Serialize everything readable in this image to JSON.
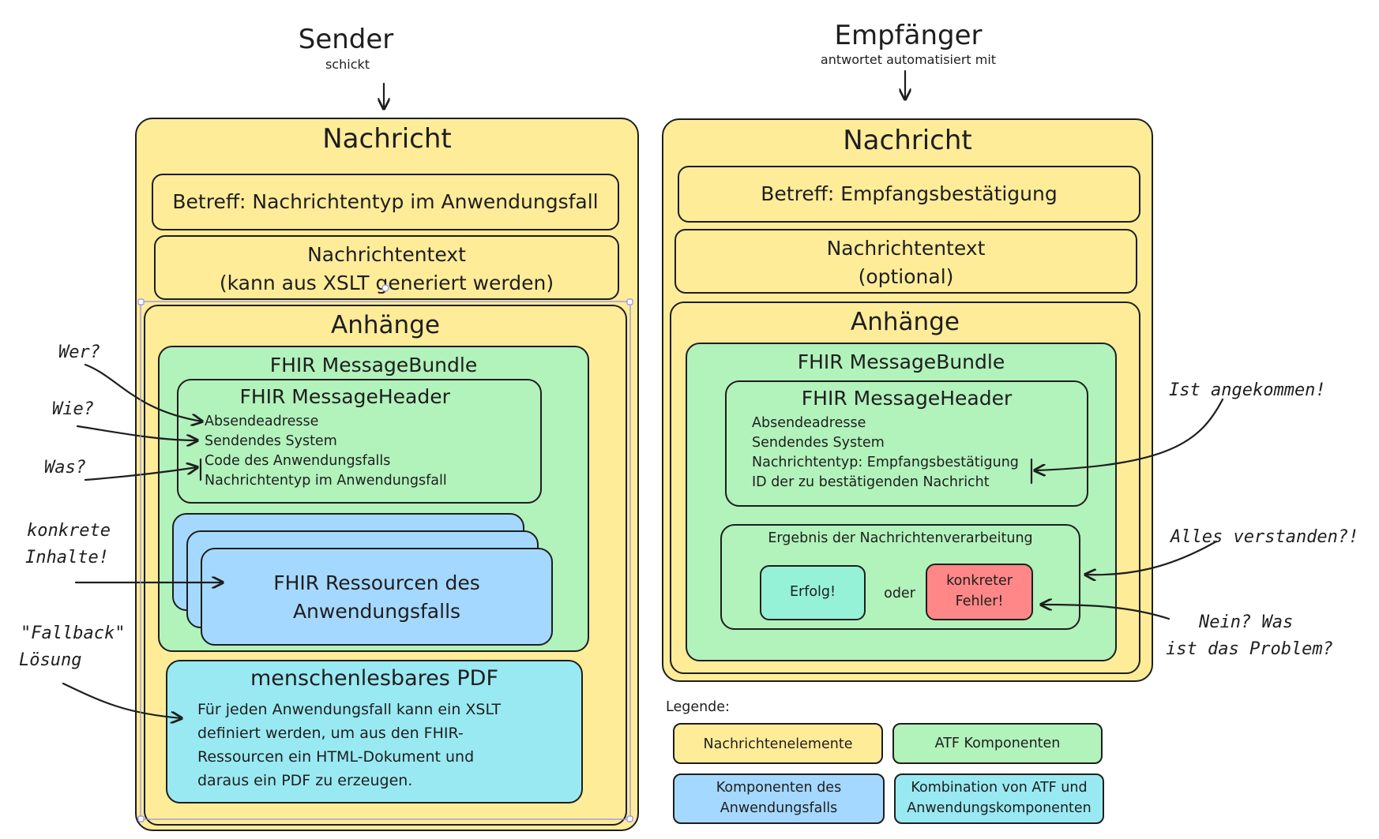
{
  "sender": {
    "title": "Sender",
    "subtitle": "schickt",
    "message_title": "Nachricht",
    "subject": "Betreff: Nachrichtentyp im Anwendungsfall",
    "text_line1": "Nachrichtentext",
    "text_line2": "(kann aus XSLT generiert werden)",
    "attachments_title": "Anhänge",
    "bundle_title": "FHIR MessageBundle",
    "header_title": "FHIR MessageHeader",
    "header_fields": [
      "Absendeadresse",
      "Sendendes System",
      "Code des Anwendungsfalls",
      "Nachrichtentyp im Anwendungsfall"
    ],
    "resources_line1": "FHIR Ressourcen des",
    "resources_line2": "Anwendungsfalls",
    "pdf_title": "menschenlesbares PDF",
    "pdf_lines": [
      "Für jeden Anwendungsfall kann ein XSLT",
      "definiert werden, um aus den FHIR-",
      "Ressourcen ein HTML-Dokument und",
      "daraus ein PDF zu erzeugen."
    ]
  },
  "receiver": {
    "title": "Empfänger",
    "subtitle": "antwortet automatisiert mit",
    "message_title": "Nachricht",
    "subject": "Betreff: Empfangsbestätigung",
    "text_line1": "Nachrichtentext",
    "text_line2": "(optional)",
    "attachments_title": "Anhänge",
    "bundle_title": "FHIR MessageBundle",
    "header_title": "FHIR MessageHeader",
    "header_fields": [
      "Absendeadresse",
      "Sendendes System",
      "Nachrichtentyp: Empfangsbestätigung",
      "ID der zu bestätigenden Nachricht"
    ],
    "result_title": "Ergebnis der Nachrichtenverarbeitung",
    "success_label": "Erfolg!",
    "or_label": "oder",
    "error_line1": "konkreter",
    "error_line2": "Fehler!"
  },
  "annotations": {
    "wer": "Wer?",
    "wie": "Wie?",
    "was": "Was?",
    "inhalte_line1": "konkrete",
    "inhalte_line2": "Inhalte!",
    "fallback_line1": "\"Fallback\"",
    "fallback_line2": "Lösung",
    "angekommen": "Ist angekommen!",
    "verstanden": "Alles verstanden?!",
    "problem_line1": "Nein? Was",
    "problem_line2": "ist das Problem?"
  },
  "legend": {
    "title": "Legende:",
    "items": [
      {
        "label_line1": "Nachrichtenelemente",
        "label_line2": "",
        "color": "#ffec99"
      },
      {
        "label_line1": "ATF Komponenten",
        "label_line2": "",
        "color": "#b2f2bb"
      },
      {
        "label_line1": "Komponenten des",
        "label_line2": "Anwendungsfalls",
        "color": "#a5d8ff"
      },
      {
        "label_line1": "Kombination von ATF und",
        "label_line2": "Anwendungskomponenten",
        "color": "#99e9f2"
      }
    ]
  }
}
